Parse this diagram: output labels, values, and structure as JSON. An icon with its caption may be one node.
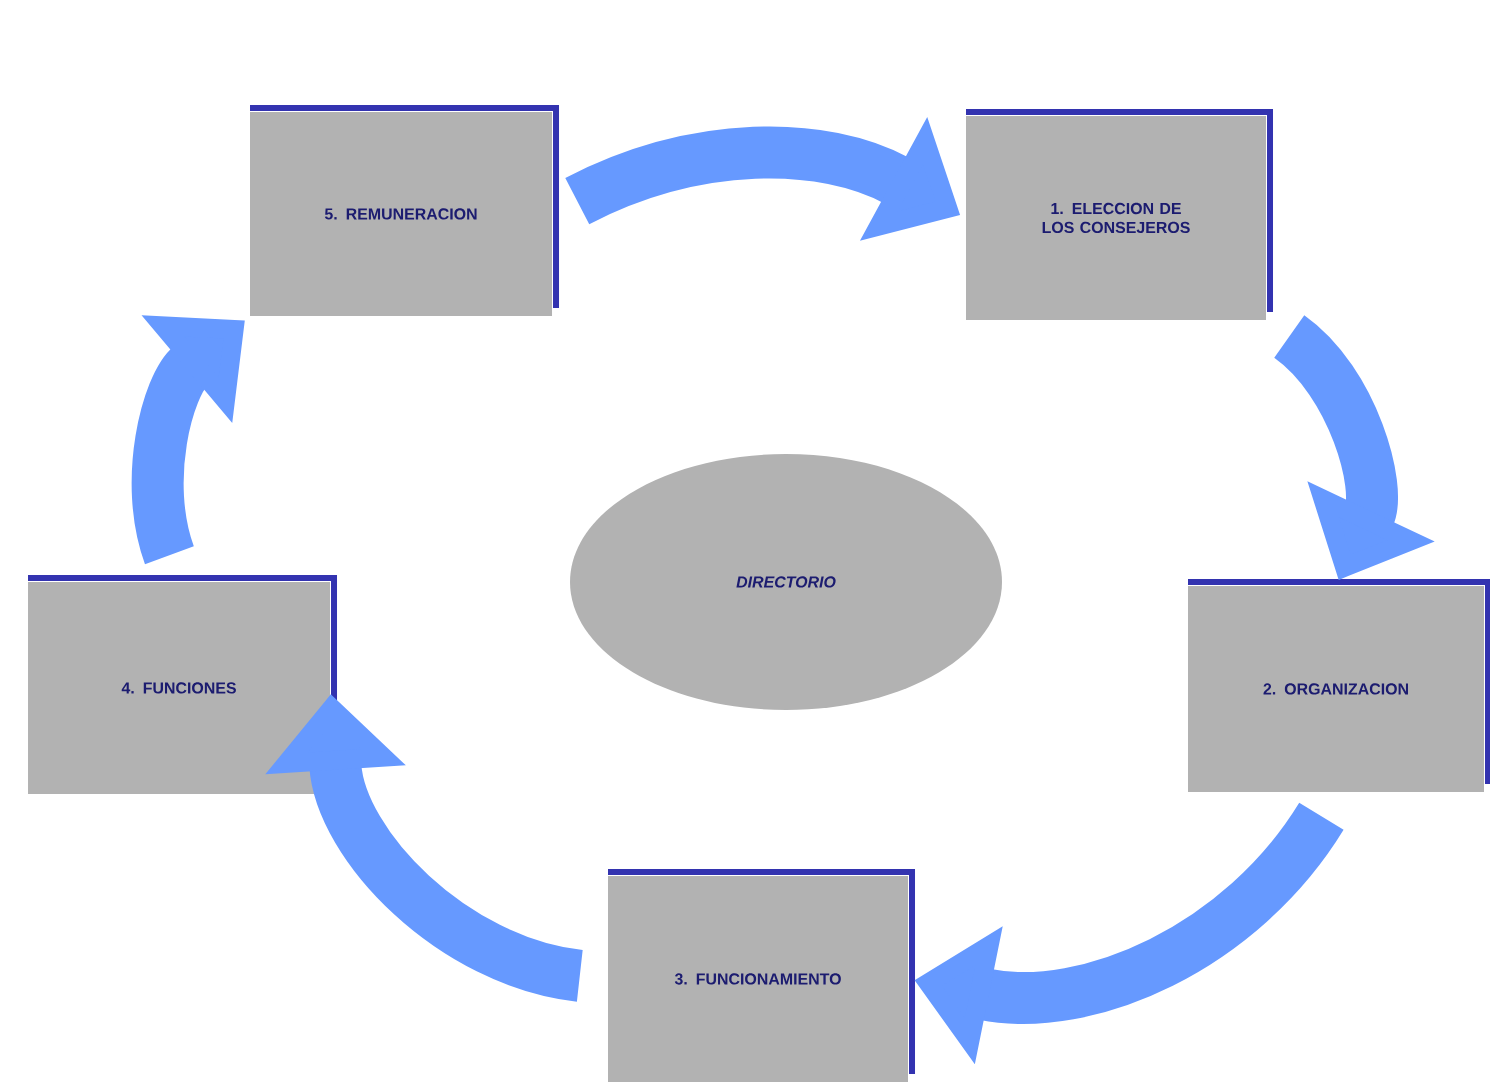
{
  "diagram": {
    "nodes": [
      {
        "text": [
          "1. ELECCION DE LOS CONSEJEROS"
        ]
      },
      {
        "text": [
          "2. ORGANIZACION"
        ]
      },
      {
        "text": [
          "3. FUNCIONAMIENTO"
        ]
      },
      {
        "text": [
          "4. FUNCIONES"
        ]
      },
      {
        "text": [
          "5. REMUNERACION"
        ]
      },
      {
        "text": [
          "DIRECTORIO"
        ]
      }
    ],
    "edges": [
      {
        "from": 4,
        "to": 0,
        "arrow": "to"
      },
      {
        "from": 0,
        "to": 1,
        "arrow": "to"
      },
      {
        "from": 1,
        "to": 2,
        "arrow": "to"
      },
      {
        "from": 2,
        "to": 3,
        "arrow": "to"
      },
      {
        "from": 3,
        "to": 4,
        "arrow": "to"
      }
    ]
  }
}
